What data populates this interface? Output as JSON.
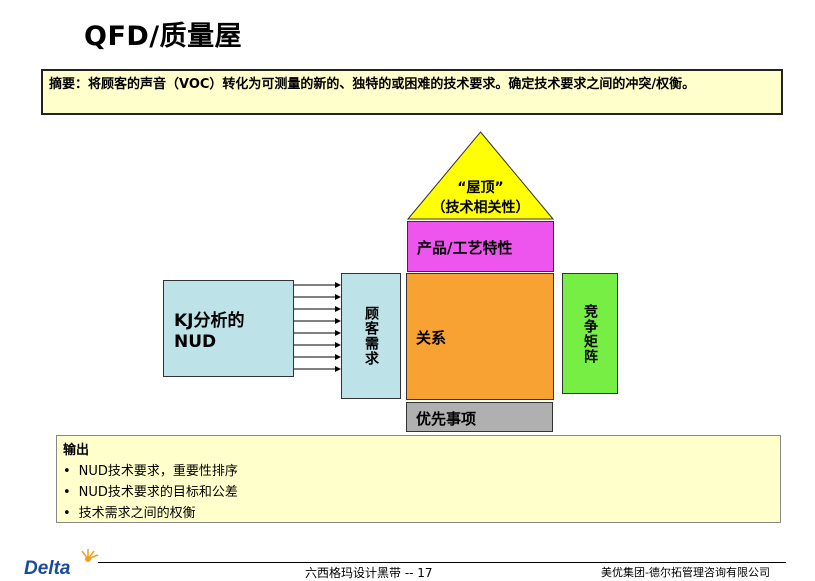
{
  "title": "QFD/质量屋",
  "summary": "摘要：将顾客的声音（VOC）转化为可测量的新的、独特的或困难的技术要求。确定技术要求之间的冲突/权衡。",
  "diagram": {
    "roof_line1": "“屋顶”",
    "roof_line2": "（技术相关性）",
    "product": "产品/工艺特性",
    "relation": "关系",
    "customer": "顾客需求",
    "compete": "竞争矩阵",
    "priority": "优先事项",
    "kj_line1": "KJ分析的",
    "kj_line2": "NUD"
  },
  "output": {
    "title": "输出",
    "items": [
      "NUD技术要求，重要性排序",
      "NUD技术要求的目标和公差",
      "技术需求之间的权衡"
    ]
  },
  "footer": {
    "center": "六西格玛设计黑带 -- 17",
    "right": "美优集团-德尔拓管理咨询有限公司",
    "logo": "Delta"
  },
  "colors": {
    "roof": "#ffff00",
    "product": "#ee55ee",
    "relation": "#f7a233",
    "customer": "#bde2e8",
    "compete": "#77ee44",
    "priority": "#b0b0b0",
    "note_bg": "#ffffcc"
  }
}
